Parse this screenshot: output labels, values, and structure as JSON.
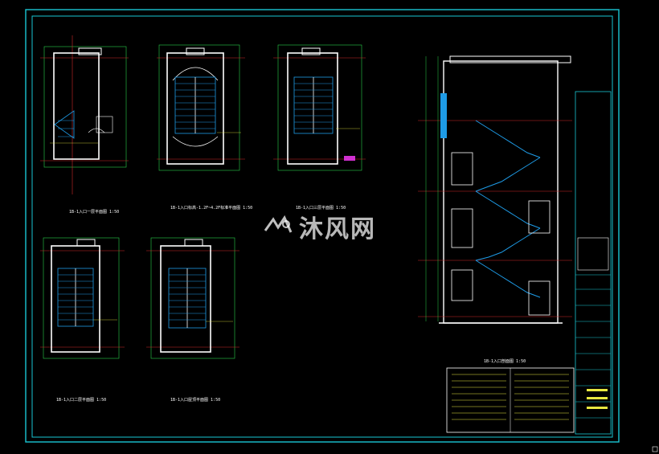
{
  "colors": {
    "background": "#000000",
    "frame": "#19c6d4",
    "wall": "#ffffff",
    "stair": "#1e9be6",
    "axis": "#d02a2a",
    "dim": "#2ad14a",
    "text": "#e8e840",
    "magenta": "#d030d0"
  },
  "watermark": {
    "text": "沐风网",
    "icon": "mufeng-logo-icon"
  },
  "plans": [
    {
      "caption": "1B-1入口一层平面图 1:50"
    },
    {
      "caption": "1B-1入口标高-1.2F~4.2F标准平面图 1:50"
    },
    {
      "caption": "1B-1入口三层平面图 1:50"
    },
    {
      "caption": "1B-1入口二层平面图 1:50"
    },
    {
      "caption": "1B-1入口屋顶平面图 1:50"
    }
  ],
  "section": {
    "caption": "1B-1入口剖面图 1:50"
  },
  "title_block": {
    "stamp_icon": "design-stamp-icon"
  }
}
